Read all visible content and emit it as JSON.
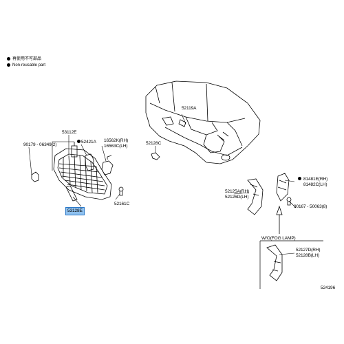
{
  "legend": {
    "items": [
      {
        "icon": "filled-dot-icon",
        "text": "再使用不可部品"
      },
      {
        "icon": "filled-dot-icon",
        "text": "Non-reusable part"
      }
    ]
  },
  "parts": {
    "p53112E": "53112E",
    "p90179": "90179 - 06349(2)",
    "p52421A": "52421A",
    "p16562K": "16562K(RH)",
    "p16563C": "16563C(LH)",
    "p53128E": "53128E",
    "p52161C": "52161C",
    "p52119A": "52119A",
    "p52128C": "52128C",
    "p81481E": "81481E(RH)",
    "p81482C": "81482C(LH)",
    "p52125A": "52125A(RH)",
    "p52126D": "52126D(LH)",
    "p90167": "90167 - 50063(8)",
    "wo_fog": "W/O(FOG LAMP)",
    "p52127D": "52127D(RH)",
    "p52128B": "52128B(LH)"
  },
  "illustration_code": "524196",
  "highlight_color": "#8ec0ee"
}
